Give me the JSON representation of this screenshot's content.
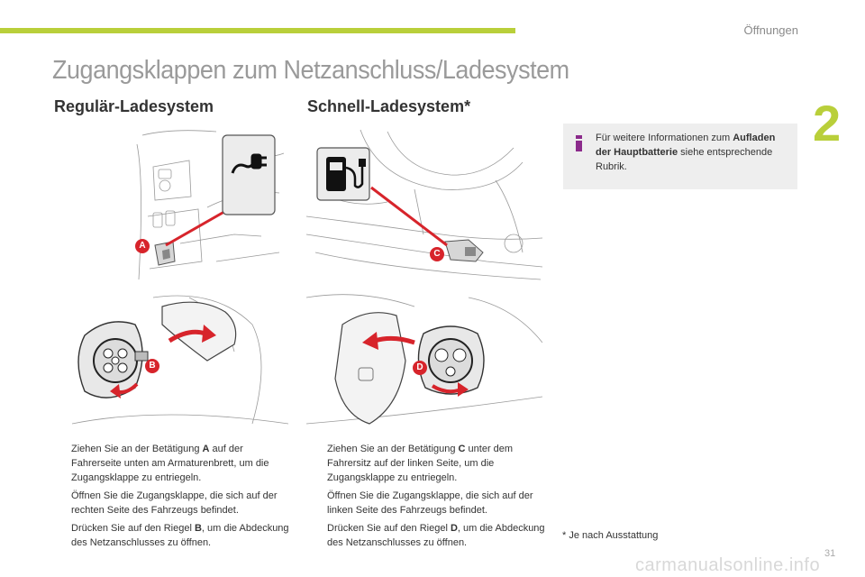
{
  "header": {
    "chapter_title": "Öffnungen",
    "chapter_number": "2",
    "accent_color": "#b9cf3a"
  },
  "page_title": "Zugangsklappen zum Netzanschluss/Ladesystem",
  "sections": {
    "regular": {
      "title": "Regulär-Ladesystem",
      "callouts": {
        "a": "A",
        "b": "B"
      },
      "steps": [
        {
          "pre": "Ziehen Sie an der Betätigung ",
          "bold": "A",
          "post": " auf der Fahrerseite unten am Armaturenbrett, um die Zugangsklappe zu entriegeln."
        },
        {
          "pre": "Öffnen Sie die Zugangsklappe, die sich auf der rechten Seite des Fahrzeugs befindet.",
          "bold": "",
          "post": ""
        },
        {
          "pre": "Drücken Sie auf den Riegel ",
          "bold": "B",
          "post": ", um die Abdeckung des Netzanschlusses zu öffnen."
        }
      ]
    },
    "fast": {
      "title": "Schnell-Ladesystem*",
      "callouts": {
        "c": "C",
        "d": "D"
      },
      "steps": [
        {
          "pre": "Ziehen Sie an der Betätigung ",
          "bold": "C",
          "post": " unter dem Fahrersitz auf der linken Seite, um die Zugangsklappe zu entriegeln."
        },
        {
          "pre": "Öffnen Sie die Zugangsklappe, die sich auf der linken Seite des Fahrzeugs befindet.",
          "bold": "",
          "post": ""
        },
        {
          "pre": "Drücken Sie auf den Riegel ",
          "bold": "D",
          "post": ", um die Abdeckung des Netzanschlusses zu öffnen."
        }
      ]
    }
  },
  "bullet_glyph": "",
  "info": {
    "pre": "Für weitere Informationen zum ",
    "bold": "Aufladen der Hauptbatterie",
    "post": " siehe entsprechende Rubrik."
  },
  "footnote": "* Je nach Ausstattung",
  "page_number": "31",
  "watermark": "carmanualsonline.info",
  "colors": {
    "callout_red": "#d7242b",
    "arrow_red": "#d7242b",
    "info_icon": "#8b2a8b"
  },
  "icons": {
    "plug": "plug-icon",
    "fuel_pump": "charging-station-icon",
    "info": "info-icon"
  }
}
